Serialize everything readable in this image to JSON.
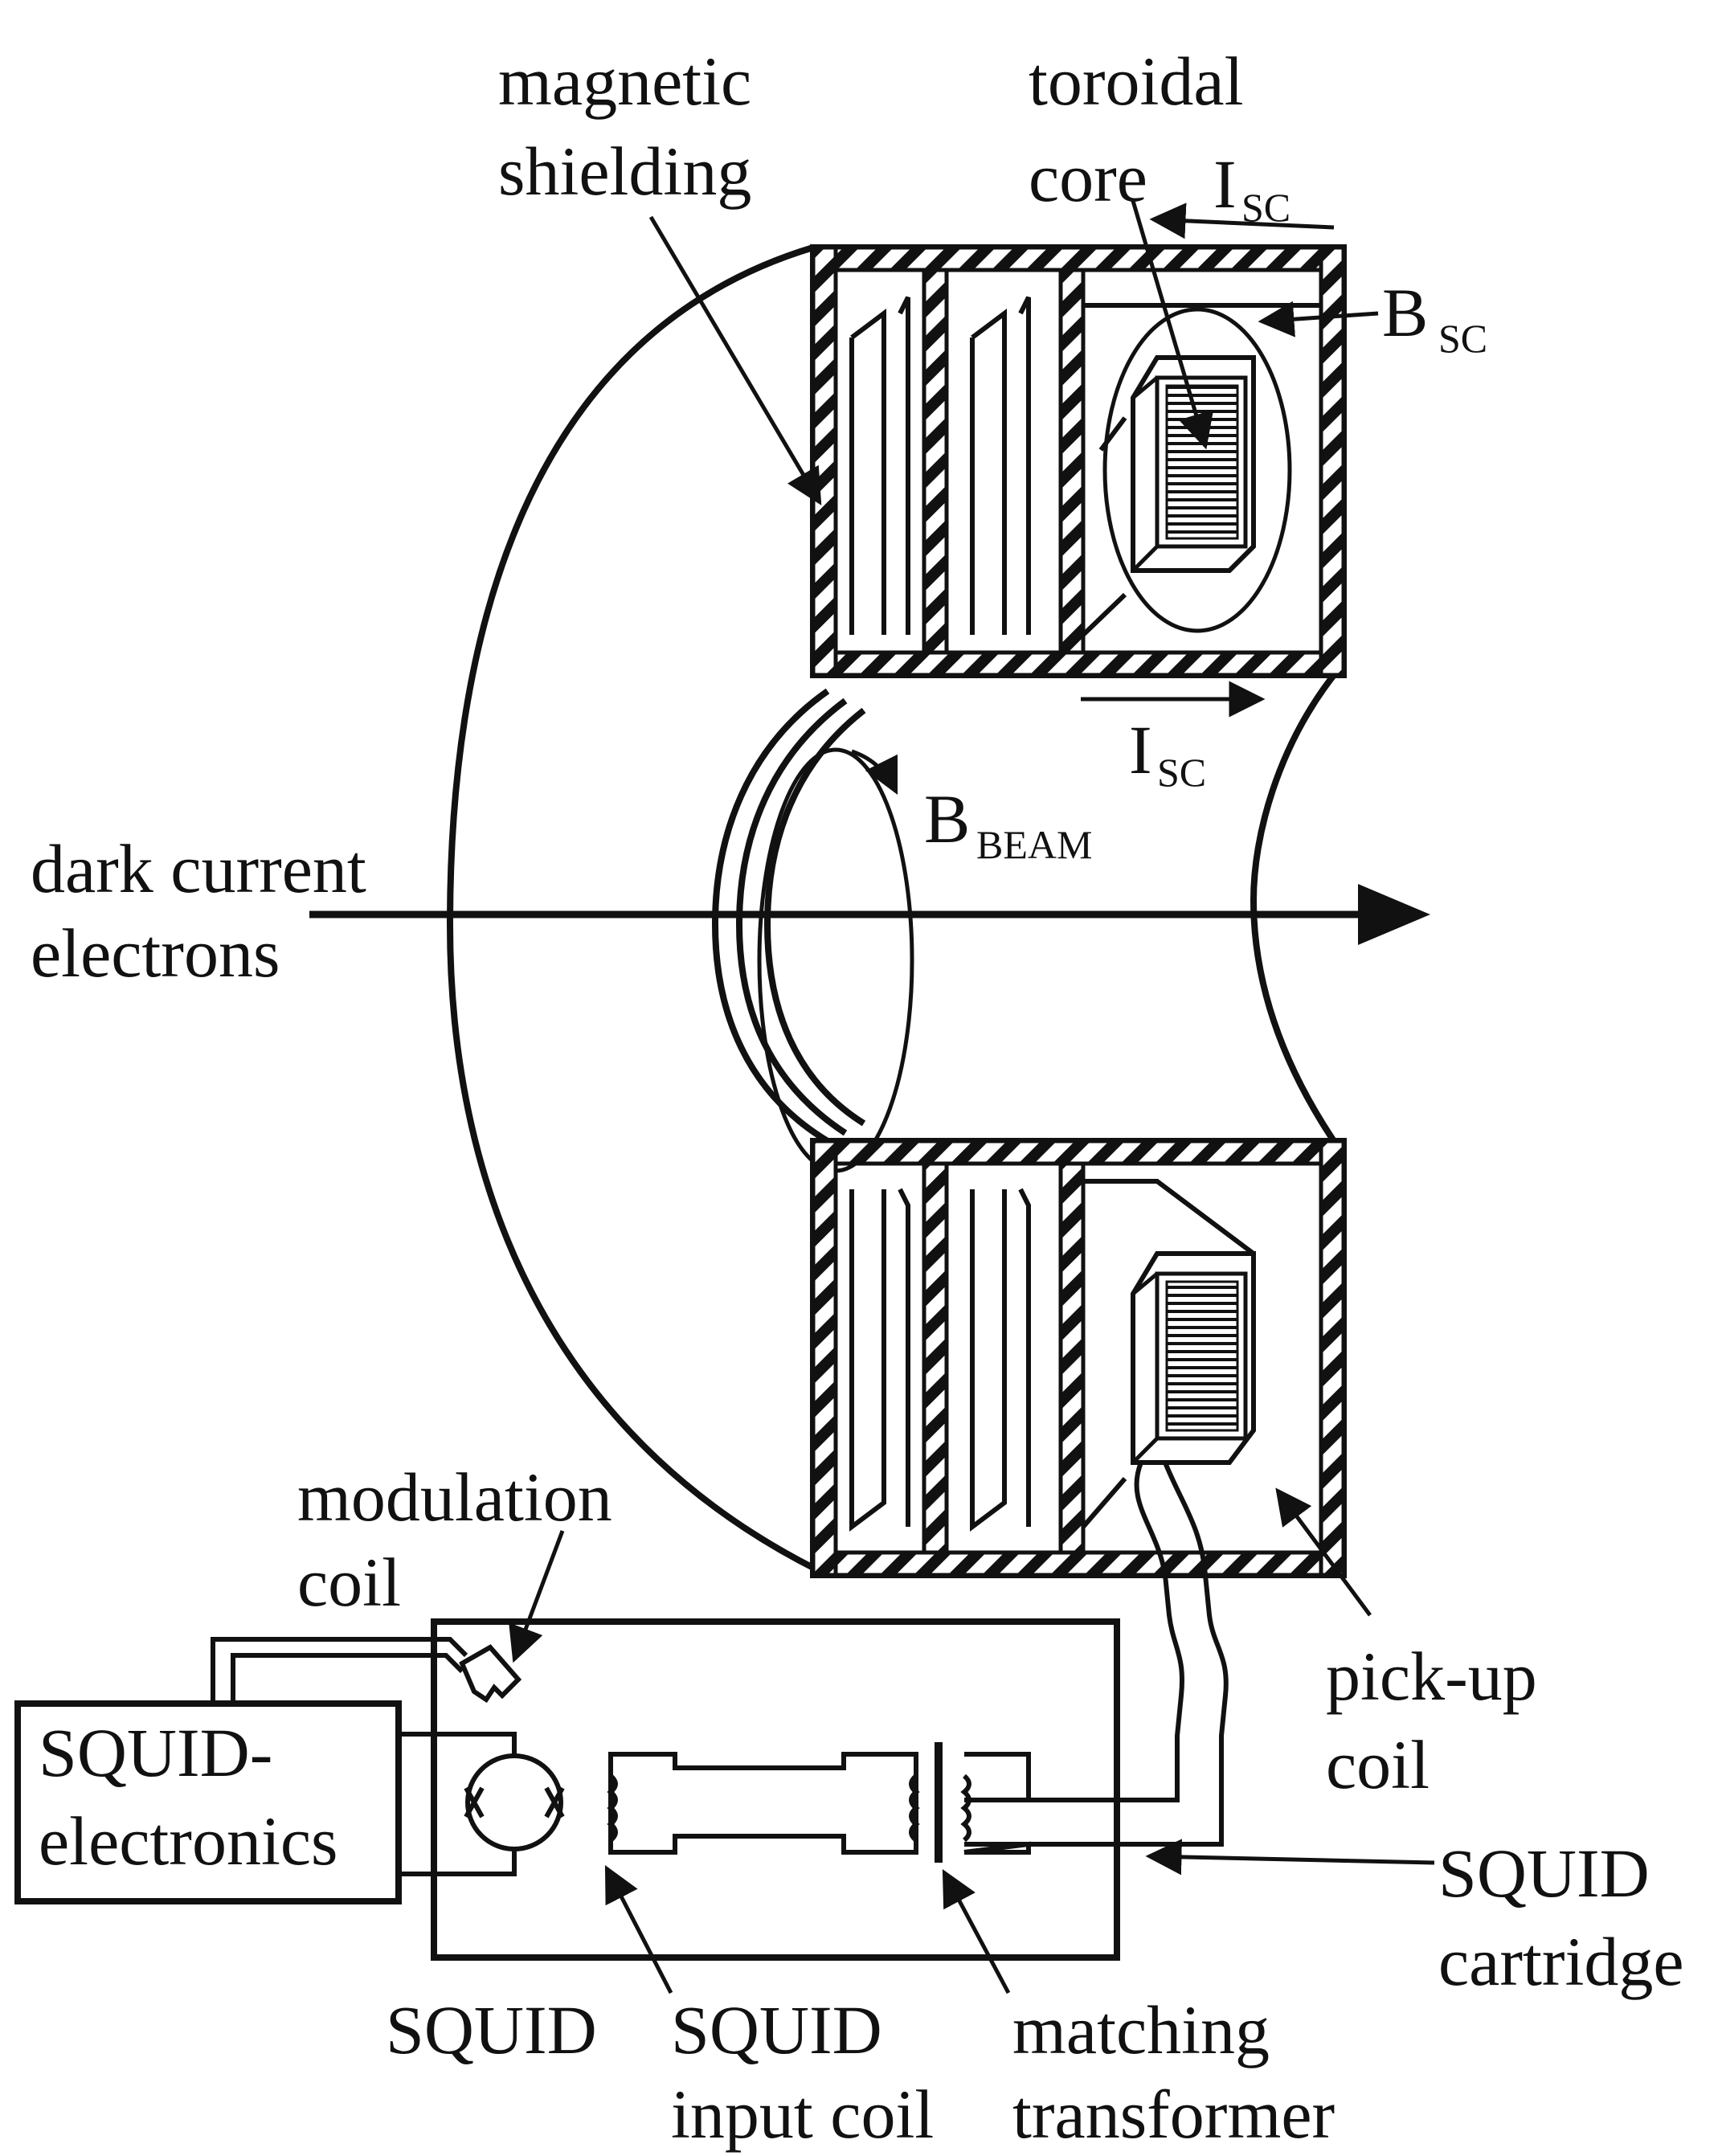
{
  "colors": {
    "ink": "#111111",
    "background": "#ffffff",
    "hatch_fill": "#ffffff"
  },
  "labels": {
    "magnetic_shielding": [
      "magnetic",
      "shielding"
    ],
    "toroidal_core": [
      "toroidal",
      "core"
    ],
    "i_sc_top": {
      "main": "I",
      "sub": "SC"
    },
    "b_sc": {
      "main": "B",
      "sub": "SC"
    },
    "i_sc_mid": {
      "main": "I",
      "sub": "SC"
    },
    "b_beam": {
      "main": "B",
      "sub": "BEAM"
    },
    "dark_current_electrons": [
      "dark current",
      "electrons"
    ],
    "modulation_coil": [
      "modulation",
      "coil"
    ],
    "pick_up_coil": [
      "pick-up",
      "coil"
    ],
    "squid_electronics": [
      "SQUID-",
      "electronics"
    ],
    "squid_cartridge": [
      "SQUID",
      "cartridge"
    ],
    "squid": "SQUID",
    "squid_input_coil": [
      "SQUID",
      "input coil"
    ],
    "matching_transformer": [
      "matching",
      "transformer"
    ]
  }
}
